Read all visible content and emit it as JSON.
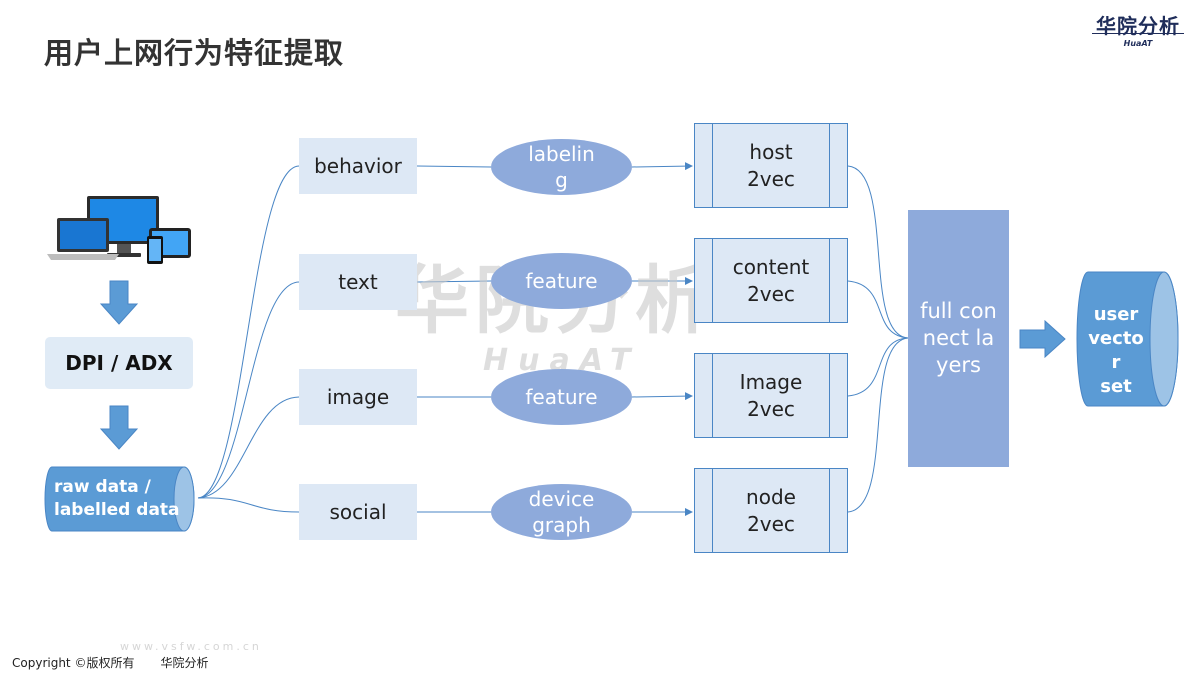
{
  "header": {
    "title": "用户上网行为特征提取",
    "logo_cn": "华院分析",
    "logo_en": "HuaAT"
  },
  "watermark": {
    "cn": "华院分析",
    "en": "HuaAT"
  },
  "pipeline": {
    "dpi_label": "DPI / ADX",
    "raw_data_lines": [
      "raw data /",
      "labelled data"
    ],
    "categories": [
      "behavior",
      "text",
      "image",
      "social"
    ],
    "processors": [
      "labeling",
      "feature",
      "feature",
      "device graph"
    ],
    "vectors": [
      "host 2vec",
      "content 2vec",
      "Image 2vec",
      "node 2vec"
    ],
    "fc_label": "full connect layers",
    "output_lines": [
      "user",
      "vecto",
      "r",
      "set"
    ]
  },
  "colors": {
    "arrow_blue": "#5b9bd5",
    "cylinder_blue": "#5b9bd5",
    "ellipse_blue": "#8eaadb",
    "light_box": "#dde8f5",
    "connector": "#4a86c5"
  },
  "footer": {
    "copyright": "Copyright ©版权所有",
    "brand": "华院分析",
    "url_watermark": "www.vsfw.com.cn"
  }
}
